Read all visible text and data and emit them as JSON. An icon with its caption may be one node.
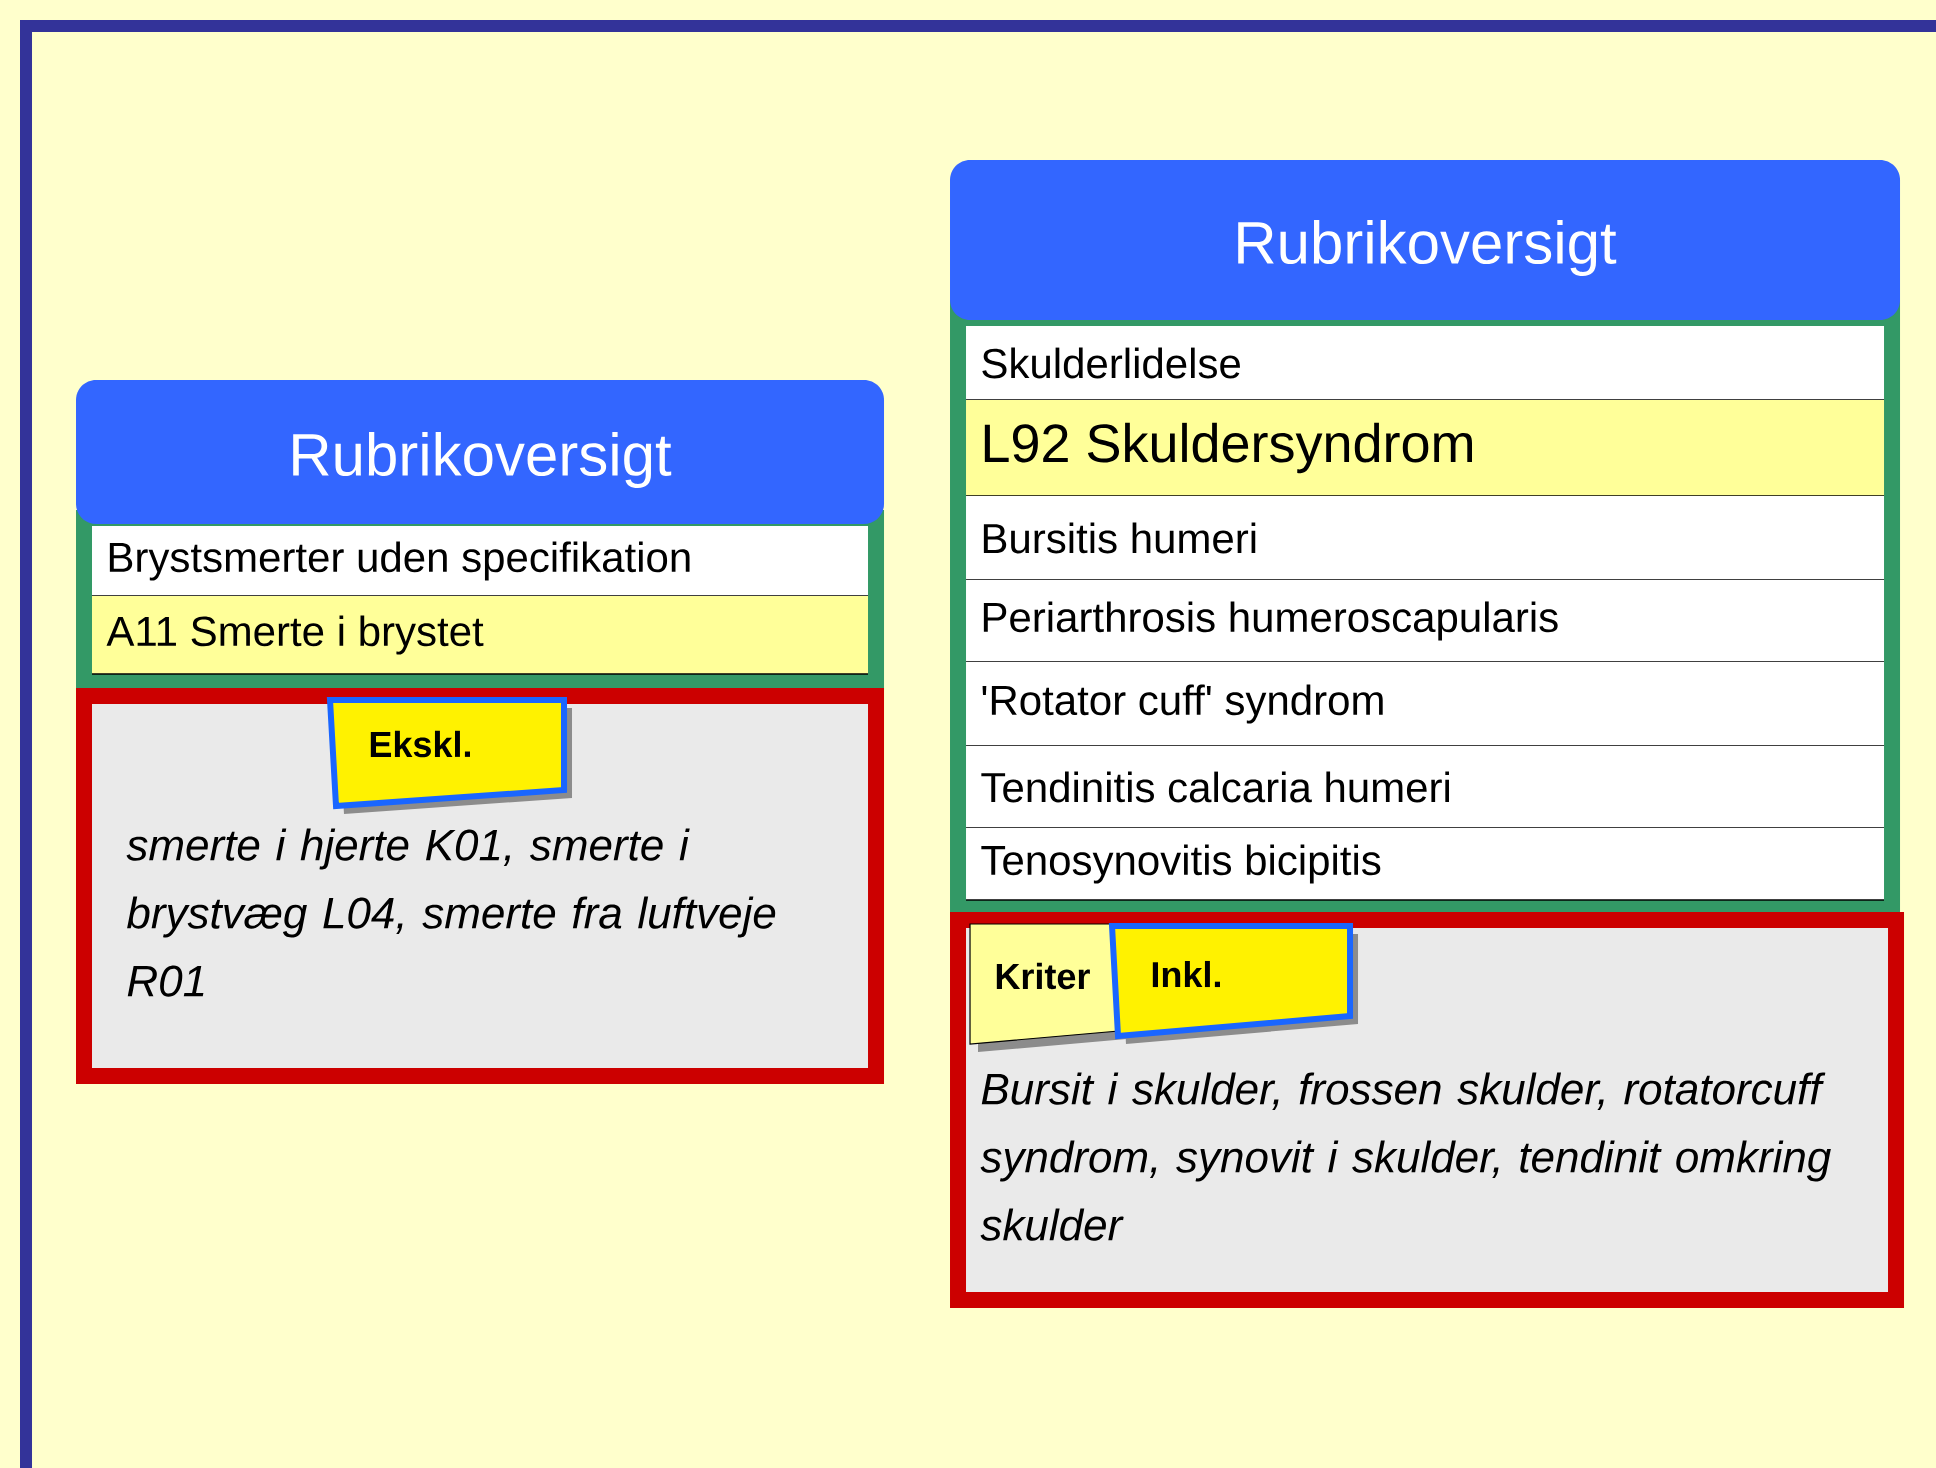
{
  "diagram": {
    "nodes": [
      {
        "text": [
          "Rubrikoversigt"
        ]
      },
      {
        "text": [
          "Brystsmerter uden specifikation"
        ]
      },
      {
        "text": [
          "A11 Smerte i brystet"
        ]
      },
      {
        "text": [
          "smerte i hjerte K01, smerte i brystvæg L04, smerte fra luftveje R01"
        ]
      },
      {
        "text": [
          "Ekskl."
        ],
        "in": 3
      },
      {
        "text": [
          "Rubrikoversigt"
        ]
      },
      {
        "text": [
          "Skulderlidelse"
        ]
      },
      {
        "text": [
          "L92 Skuldersyndrom"
        ]
      },
      {
        "text": [
          "Bursitis humeri"
        ]
      },
      {
        "text": [
          "Periarthrosis humeroscapularis"
        ]
      },
      {
        "text": [
          "'Rotator cuff' syndrom"
        ]
      },
      {
        "text": [
          "Tendinitis calcaria humeri"
        ]
      },
      {
        "text": [
          "Tenosynovitis bicipitis"
        ]
      },
      {
        "text": [
          "Bursit i skulder, frossen skulder, rotatorcuff syndrom, synovit i skulder, tendinit omkring skulder"
        ]
      },
      {
        "text": [
          "Kriter"
        ],
        "in": 13
      },
      {
        "text": [
          "Inkl."
        ],
        "in": 13
      }
    ]
  }
}
